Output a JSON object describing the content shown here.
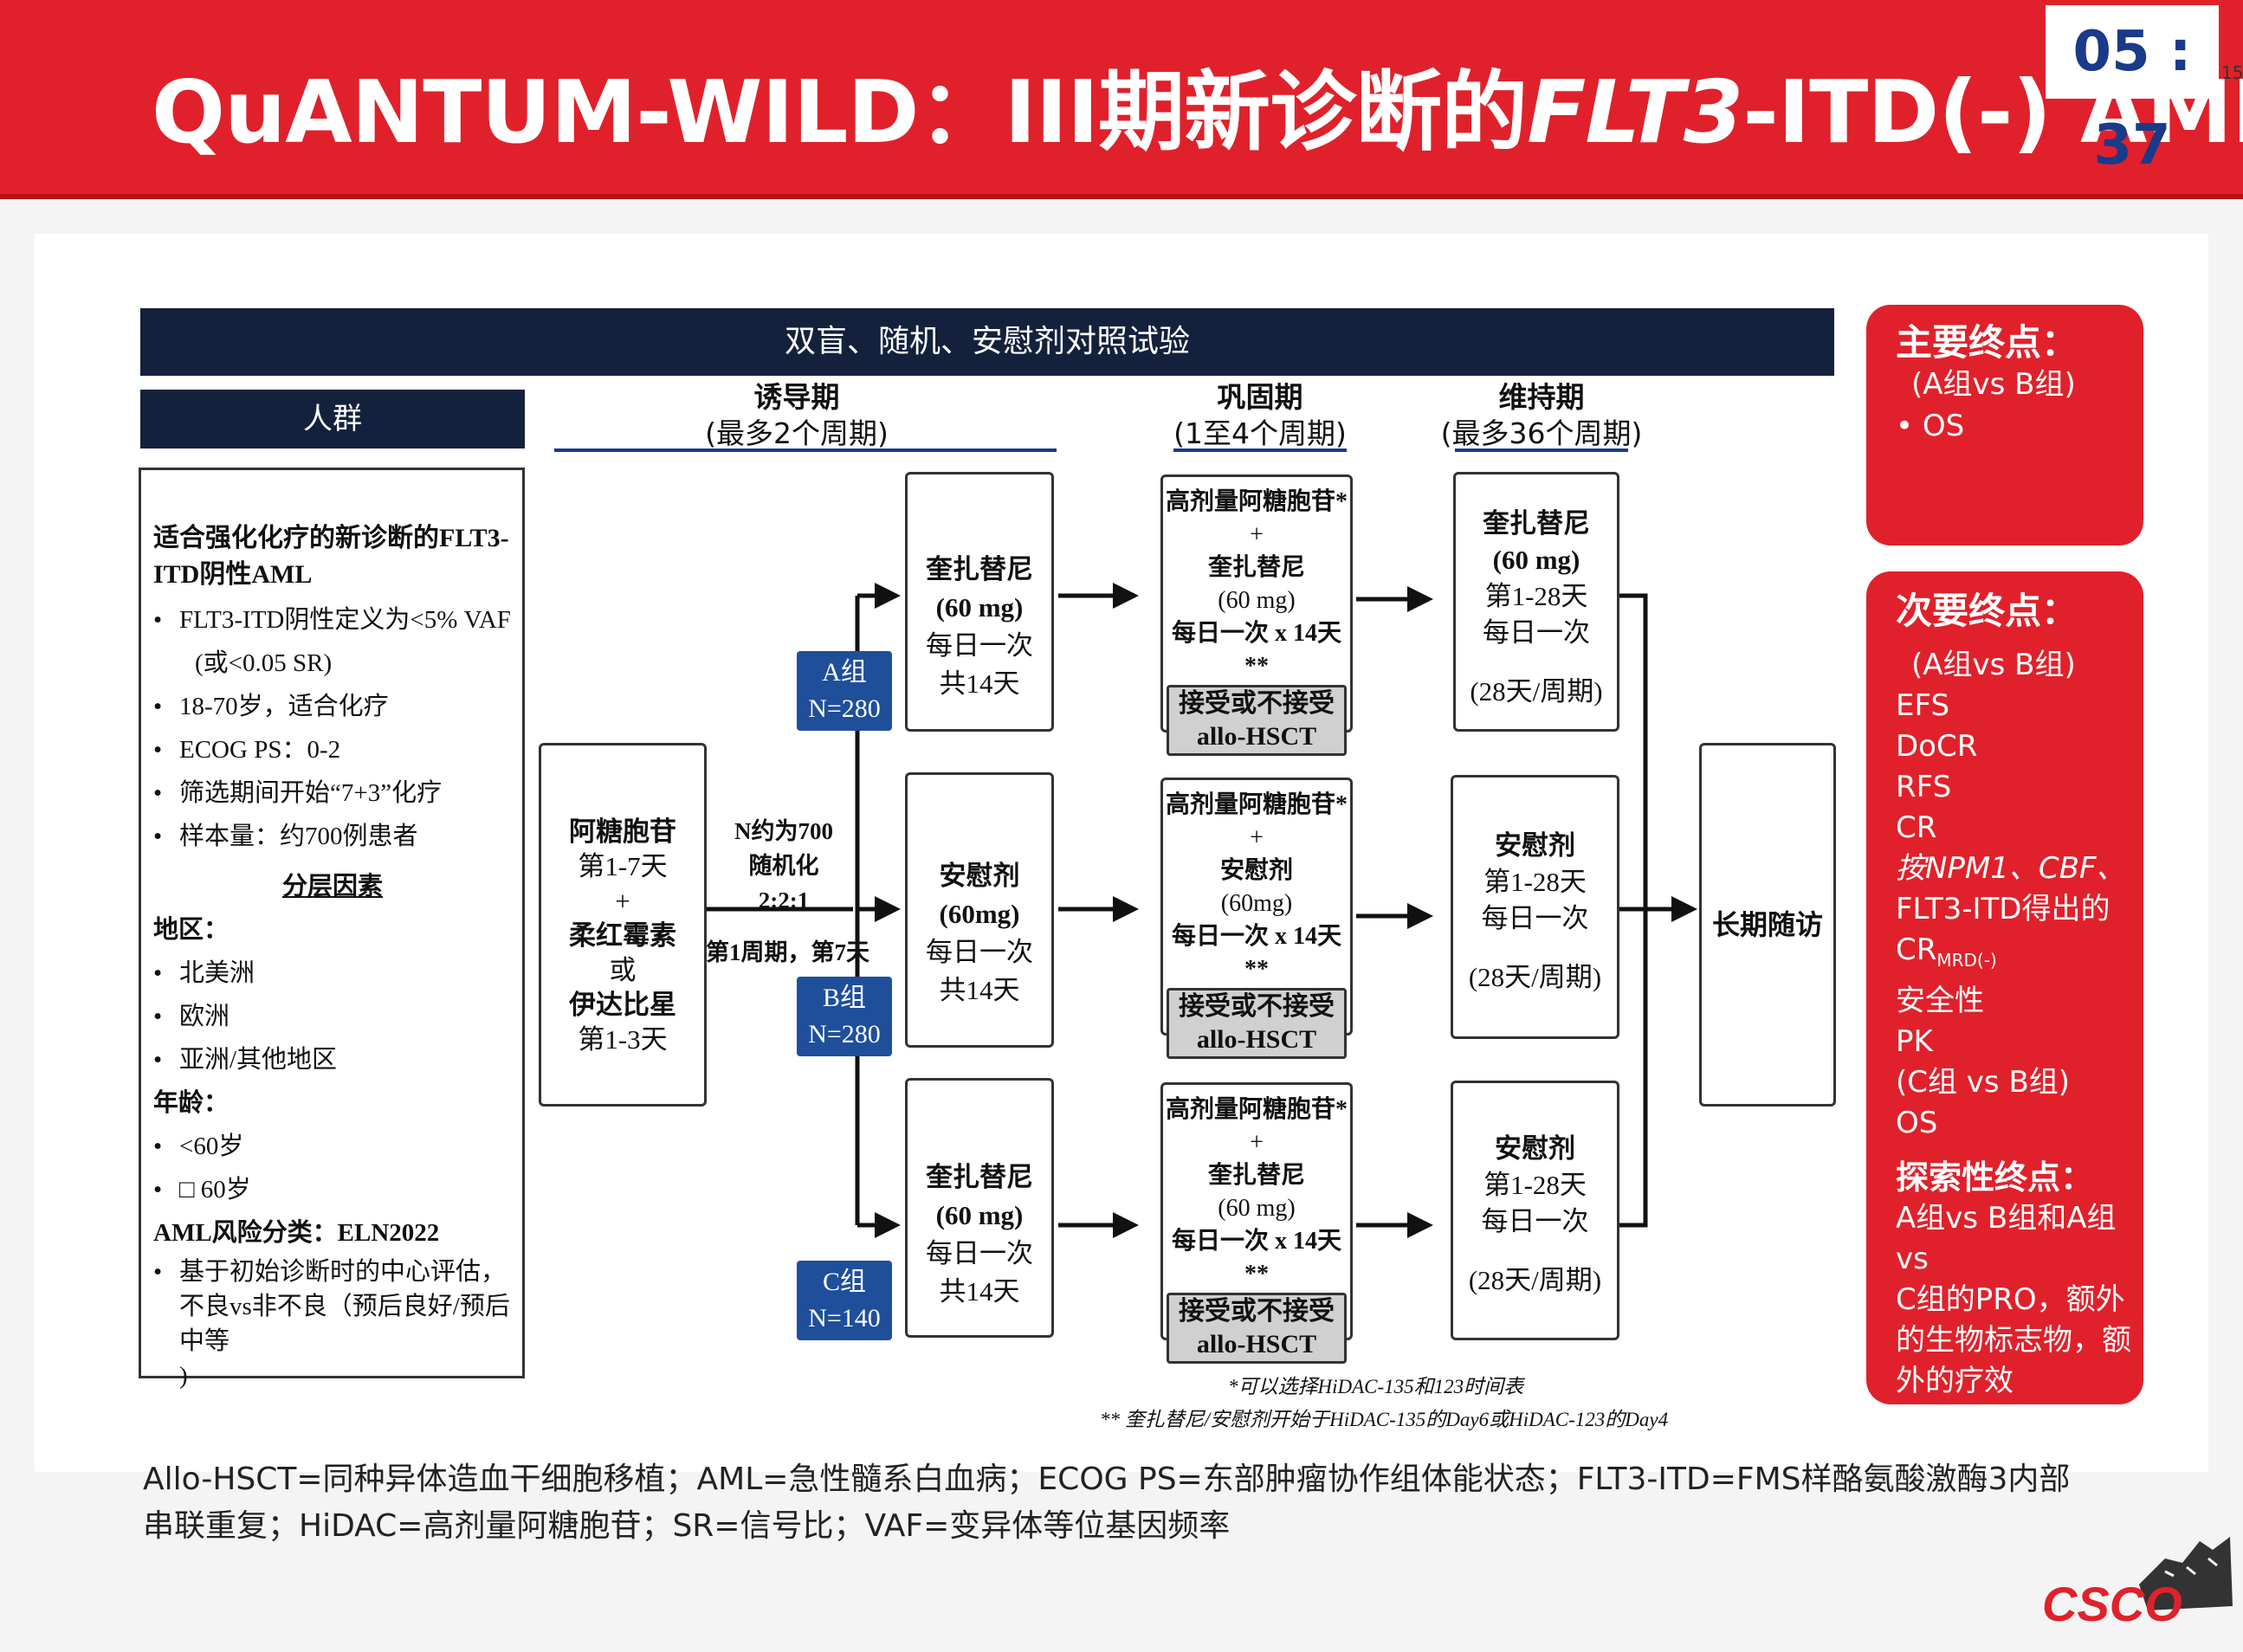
{
  "title": {
    "part1": "QuANTUM-WILD：III期新诊断的",
    "italic": "FLT3",
    "part2": "-ITD(-) AML"
  },
  "timer": "05 : 37",
  "page_number": "15",
  "trial_banner": "双盲、随机、安慰剂对照试验",
  "population": {
    "header": "人群",
    "heading": "适合强化化疗的新诊断的FLT3-ITD阴性AML",
    "criteria": [
      "FLT3-ITD阴性定义为<5% VAF",
      "(或<0.05 SR)",
      "18-70岁，适合化疗",
      "ECOG PS：0-2",
      "筛选期间开始“7+3”化疗",
      "样本量：约700例患者"
    ],
    "strat_title": "分层因素",
    "region_label": "地区：",
    "regions": [
      "北美洲",
      "欧洲",
      "亚洲/其他地区"
    ],
    "age_label": "年龄：",
    "ages": [
      "<60岁",
      "□ 60岁"
    ],
    "risk_label": "AML风险分类：ELN2022",
    "risk_items": [
      "基于初始诊断时的中心评估，",
      "不良vs非不良（预后良好/预后中等",
      ")"
    ]
  },
  "phases": {
    "induction": {
      "name": "诱导期",
      "sub": "(最多2个周期)"
    },
    "consolidation": {
      "name": "巩固期",
      "sub": "(1至4个周期)"
    },
    "maintenance": {
      "name": "维持期",
      "sub": "(最多36个周期)"
    }
  },
  "chemo": {
    "l1": "阿糖胞苷",
    "l2": "第1-7天",
    "l3": "+",
    "l4": "柔红霉素",
    "l5": "或",
    "l6": "伊达比星",
    "l7": "第1-3天"
  },
  "randomization": {
    "l1": "N约为700",
    "l2": "随机化",
    "l3": "2:2:1",
    "l4": "第1周期，第7天"
  },
  "groups": [
    {
      "name": "A组",
      "n": "N=280"
    },
    {
      "name": "B组",
      "n": "N=280"
    },
    {
      "name": "C组",
      "n": "N=140"
    }
  ],
  "induction_boxes": [
    {
      "drug": "奎扎替尼",
      "dose": "(60 mg)",
      "freq": "每日一次",
      "dur": "共14天"
    },
    {
      "drug": "安慰剂",
      "dose": "(60mg)",
      "freq": "每日一次",
      "dur": "共14天"
    },
    {
      "drug": "奎扎替尼",
      "dose": "(60 mg)",
      "freq": "每日一次",
      "dur": "共14天"
    }
  ],
  "consolidation_boxes": [
    {
      "l1": "高剂量阿糖胞苷*",
      "l2": "+",
      "drug": "奎扎替尼",
      "dose": "(60 mg)",
      "freq": "每日一次 x 14天**",
      "hsct1": "接受或不接受",
      "hsct2": "allo-HSCT"
    },
    {
      "l1": "高剂量阿糖胞苷*",
      "l2": "+",
      "drug": "安慰剂",
      "dose": "(60mg)",
      "freq": "每日一次 x 14天**",
      "hsct1": "接受或不接受",
      "hsct2": "allo-HSCT"
    },
    {
      "l1": "高剂量阿糖胞苷*",
      "l2": "+",
      "drug": "奎扎替尼",
      "dose": "(60 mg)",
      "freq": "每日一次 x 14天**",
      "hsct1": "接受或不接受",
      "hsct2": "allo-HSCT"
    }
  ],
  "maintenance_boxes": [
    {
      "drug": "奎扎替尼",
      "dose": "(60 mg)",
      "days": "第1-28天",
      "freq": "每日一次",
      "cycle": "(28天/周期)"
    },
    {
      "drug": "安慰剂",
      "dose": "",
      "days": "第1-28天",
      "freq": "每日一次",
      "cycle": "(28天/周期)"
    },
    {
      "drug": "安慰剂",
      "dose": "",
      "days": "第1-28天",
      "freq": "每日一次",
      "cycle": "(28天/周期)"
    }
  ],
  "followup": "长期随访",
  "primary_endpoint": {
    "title": "主要终点：",
    "comparison": "(A组vs B组)",
    "items": [
      "•  OS"
    ]
  },
  "secondary_endpoint": {
    "title": "次要终点：",
    "lines": [
      "(A组vs B组)",
      "EFS",
      "DoCR",
      "RFS",
      "CR",
      "按NPM1、CBF、",
      "FLT3-ITD得出的",
      "CR",
      "安全性",
      "PK",
      "(C组 vs B组)",
      "OS"
    ],
    "cr_sub": "MRD(-)",
    "exploratory_title": "探索性终点：",
    "exploratory_lines": [
      "A组vs B组和A组vs",
      "C组的PRO，额外",
      "的生物标志物，额",
      "外的疗效"
    ]
  },
  "footnotes": [
    "*可以选择HiDAC-135和123时间表",
    "** 奎扎替尼/安慰剂开始于HiDAC-135的Day6或HiDAC-123的Day4"
  ],
  "abbreviations": [
    "Allo-HSCT=同种异体造血干细胞移植；AML=急性髓系白血病；ECOG PS=东部肿瘤协作组体能状态；FLT3-ITD=FMS样酪氨酸激酶3内部",
    "串联重复；HiDAC=高剂量阿糖胞苷；SR=信号比；VAF=变异体等位基因频率"
  ],
  "logo_text": "CSCO",
  "colors": {
    "title_red": "#e0212b",
    "banner_navy": "#14213d",
    "group_blue": "#1f4f9a",
    "timer_blue": "#1a3a8a"
  }
}
